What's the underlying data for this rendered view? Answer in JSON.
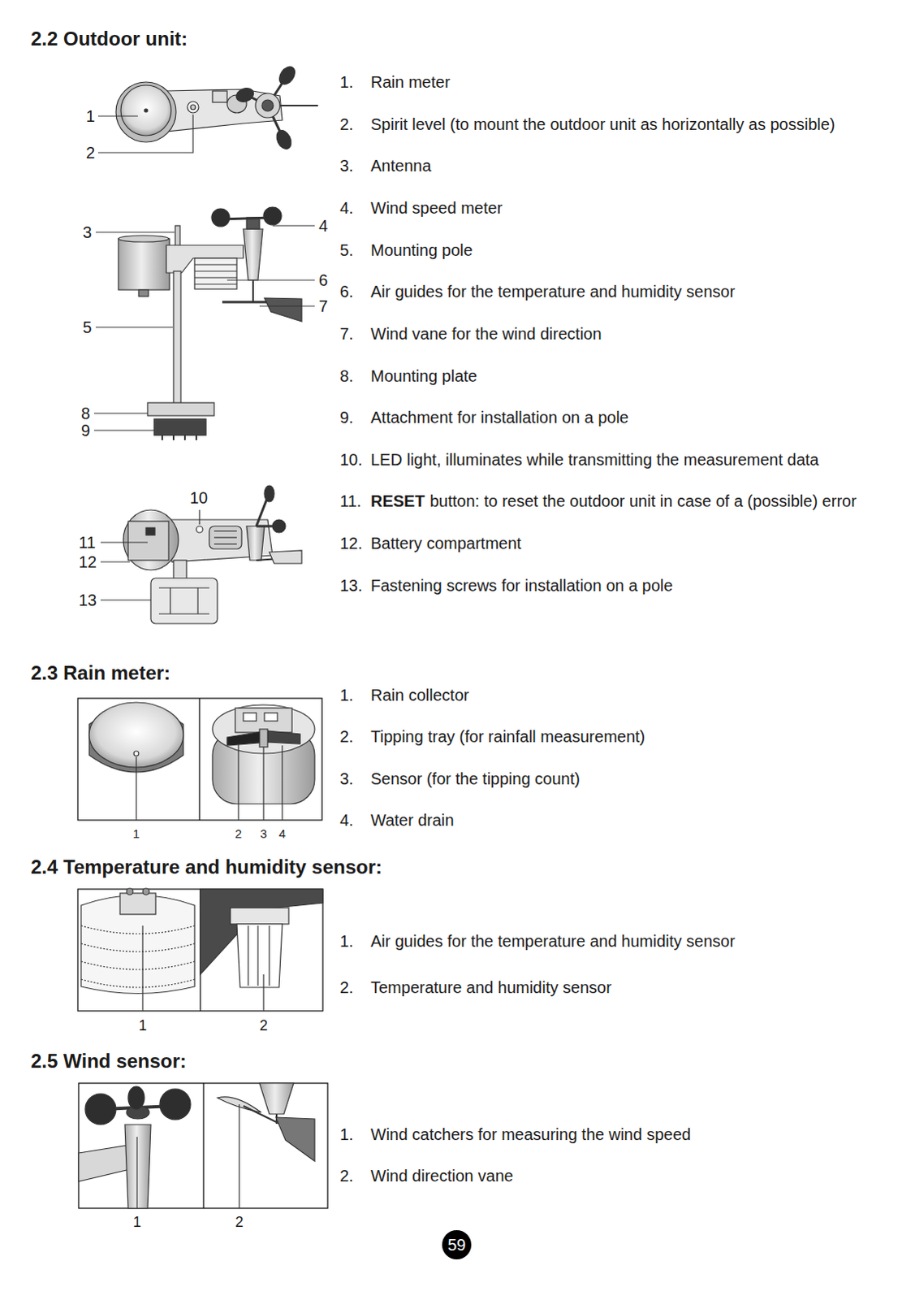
{
  "diagram": {
    "labels": [
      "2.2 Outdoor unit:",
      "1",
      "2",
      "3",
      "4",
      "5",
      "6",
      "7",
      "8",
      "9",
      "10",
      "11",
      "12",
      "13",
      "1.",
      "Rain meter",
      "2.",
      "Spirit level (to mount the outdoor unit as horizontally as possible)",
      "3.",
      "Antenna",
      "4.",
      "Wind speed meter",
      "5.",
      "Mounting pole",
      "6.",
      "Air guides for the temperature and humidity sensor",
      "7.",
      "Wind vane for the wind direction",
      "8.",
      "Mounting plate",
      "9.",
      "Attachment for installation on a pole",
      "10.",
      "LED light, illuminates while transmitting the measurement data",
      "11.",
      "RESET",
      "button: to reset the outdoor unit in case of a (possible) error",
      "12.",
      "Battery compartment",
      "13.",
      "Fastening screws for installation on a pole",
      "2.3 Rain meter:",
      "1",
      "2",
      "3",
      "4",
      "1.",
      "Rain collector",
      "2.",
      "Tipping tray (for rainfall measurement)",
      "3.",
      "Sensor (for the tipping count)",
      "4.",
      "Water drain",
      "2.4 Temperature and humidity sensor:",
      "1",
      "2",
      "1.",
      "Air guides for the temperature and humidity sensor",
      "2.",
      "Temperature and humidity sensor",
      "2.5 Wind sensor:",
      "1",
      "2",
      "1.",
      "Wind catchers for measuring the wind speed",
      "2.",
      "Wind direction vane",
      "59"
    ]
  }
}
